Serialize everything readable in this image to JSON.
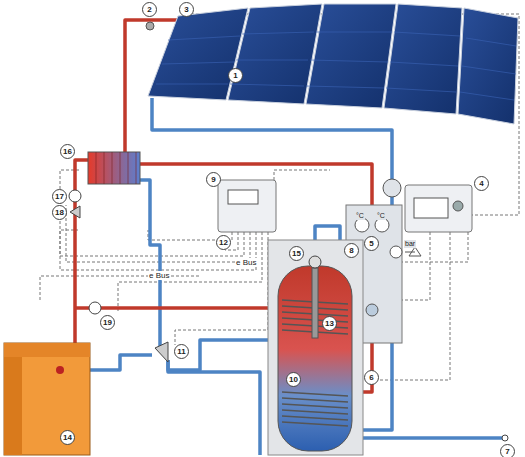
{
  "diagram": {
    "labels": [
      "1",
      "2",
      "3",
      "4",
      "5",
      "6",
      "7",
      "8",
      "9",
      "10",
      "11",
      "12",
      "13",
      "14",
      "15",
      "16",
      "17",
      "18",
      "19",
      "e Bus",
      "e Bus",
      "°C",
      "°C",
      "bar"
    ]
  }
}
